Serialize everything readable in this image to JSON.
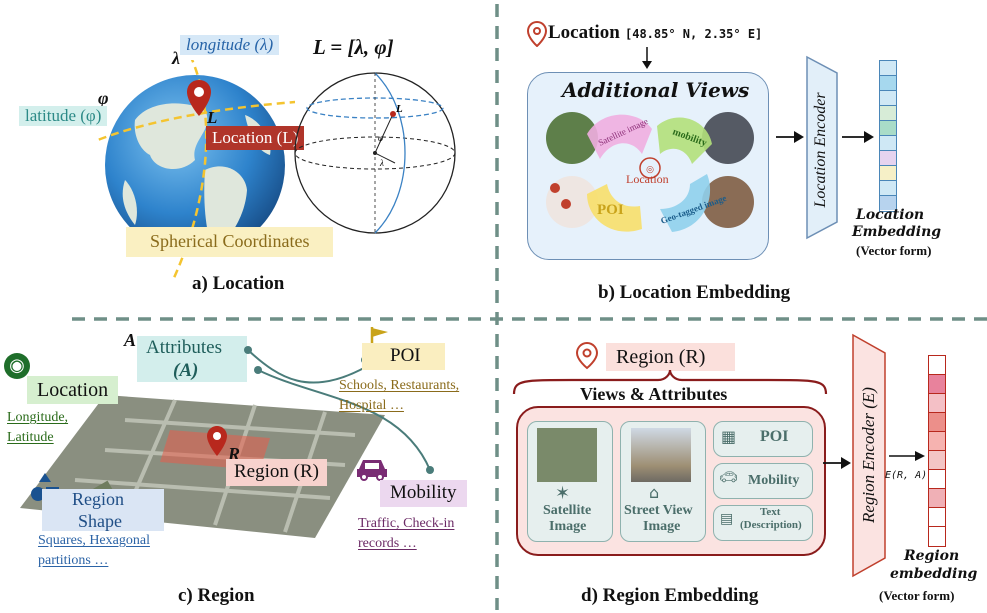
{
  "a": {
    "longitude": "longitude (λ)",
    "formula": "L = [λ, φ]",
    "lambda_sym": "λ",
    "phi_sym": "φ",
    "latitude": "latitude (φ)",
    "L_sym": "L",
    "location": "Location (L)",
    "spherical": "Spherical Coordinates",
    "caption": "a) Location"
  },
  "b": {
    "location_title": "Location",
    "coords": "[48.85° N, 2.35° E]",
    "additional_views": "Additional Views",
    "satellite": "Satellite image",
    "mobility": "mobility",
    "poi": "POI",
    "geotagged": "Geo-tagged image",
    "center": "Location",
    "encoder": "Location Encoder",
    "embed_line1": "Location",
    "embed_line2": "Embedding",
    "embed_line3": "(Vector form)",
    "caption": "b) Location Embedding"
  },
  "c": {
    "A_sym": "A",
    "attributes_line1": "Attributes",
    "attributes_line2": "(A)",
    "poi": "POI",
    "poi_desc_line1": "Schools, Restaurants,",
    "poi_desc_line2": "Hospital …",
    "location": "Location",
    "loc_desc_line1": "Longitude,",
    "loc_desc_line2": "Latitude",
    "R_sym": "R",
    "region": "Region (R)",
    "mobility": "Mobility",
    "mob_desc_line1": "Traffic, Check-in",
    "mob_desc_line2": "records …",
    "shape_line1": "Region",
    "shape_line2": "Shape",
    "shape_desc_line1": "Squares, Hexagonal",
    "shape_desc_line2": "partitions …",
    "caption": "c) Region"
  },
  "d": {
    "region": "Region (R)",
    "views_attrs": "Views & Attributes",
    "satellite_line1": "Satellite",
    "satellite_line2": "Image",
    "street_line1": "Street View",
    "street_line2": "Image",
    "poi": "POI",
    "mobility": "Mobility",
    "text_line1": "Text",
    "text_line2": "(Description)",
    "encoder": "Region Encoder (E)",
    "func": "E(R, A)",
    "embed_line1": "Region",
    "embed_line2": "embedding",
    "embed_line3": "(Vector form)",
    "caption": "d) Region Embedding"
  },
  "colors": {
    "divider": "#6f8f87",
    "blue_vec": [
      "#cfe8f5",
      "#a6d8ee",
      "#cfe8f5",
      "#d7ecd7",
      "#a9dcc8",
      "#cfe8f5",
      "#e6d3ef",
      "#f6f0c7",
      "#cfe8f5",
      "#b7d3ee"
    ],
    "red_vec": [
      "#ffffff",
      "#e8829c",
      "#f4c0c6",
      "#ec8f8a",
      "#f6b3b0",
      "#f3c5c5",
      "#ffffff",
      "#f0b0b6",
      "#ffffff",
      "#ffffff"
    ]
  }
}
